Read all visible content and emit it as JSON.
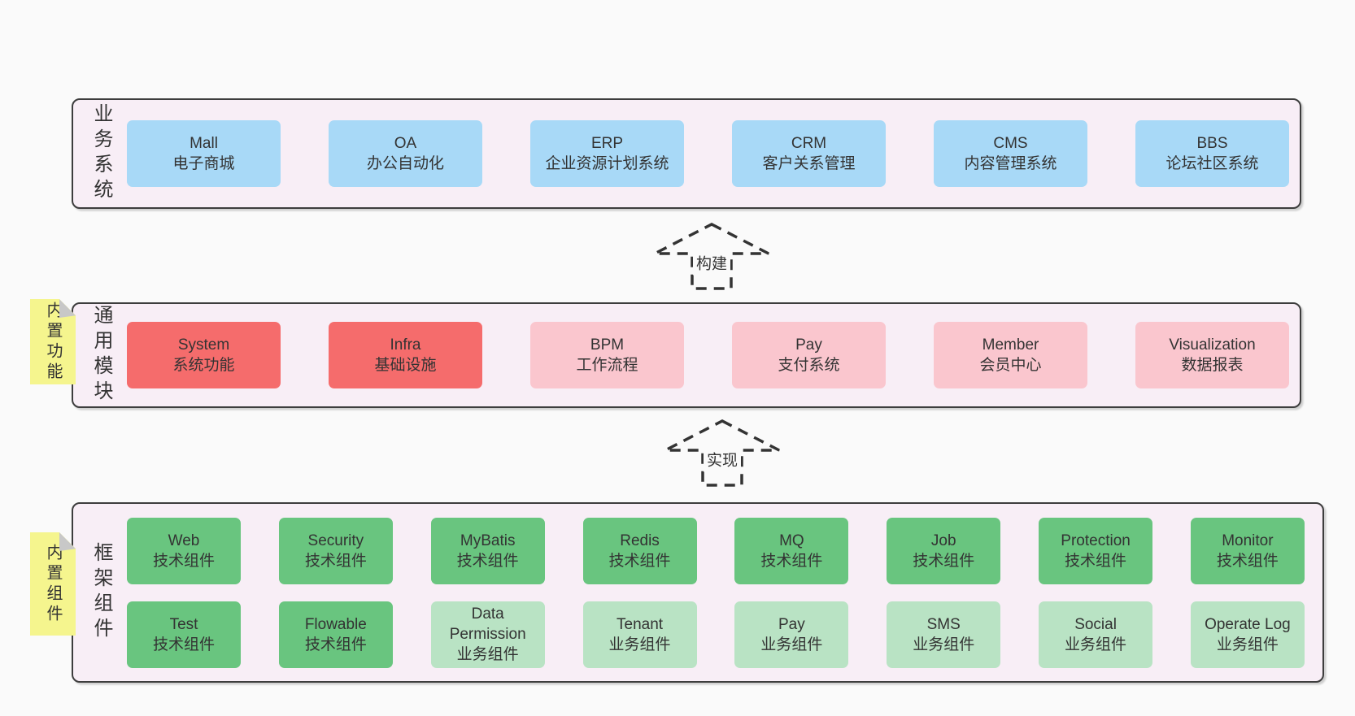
{
  "colors": {
    "page_bg": "#fafafa",
    "layer_bg": "#f8eef6",
    "layer_border": "#3d3d3d",
    "text": "#333333",
    "blue": "#a8d9f7",
    "red": "#f56c6c",
    "pink": "#fac6ce",
    "green": "#69c57f",
    "light_green": "#b9e3c4",
    "note_yellow": "#f5f58e",
    "note_fold": "#c8c8c8"
  },
  "layers": {
    "business": {
      "label": "业务系统",
      "items": [
        {
          "en": "Mall",
          "zh": "电子商城"
        },
        {
          "en": "OA",
          "zh": "办公自动化"
        },
        {
          "en": "ERP",
          "zh": "企业资源计划系统"
        },
        {
          "en": "CRM",
          "zh": "客户关系管理"
        },
        {
          "en": "CMS",
          "zh": "内容管理系统"
        },
        {
          "en": "BBS",
          "zh": "论坛社区系统"
        }
      ]
    },
    "modules": {
      "label": "通用模块",
      "note": "内置功能",
      "items": [
        {
          "en": "System",
          "zh": "系统功能"
        },
        {
          "en": "Infra",
          "zh": "基础设施"
        },
        {
          "en": "BPM",
          "zh": "工作流程"
        },
        {
          "en": "Pay",
          "zh": "支付系统"
        },
        {
          "en": "Member",
          "zh": "会员中心"
        },
        {
          "en": "Visualization",
          "zh": "数据报表"
        }
      ]
    },
    "framework": {
      "label": "框架组件",
      "note": "内置组件",
      "row1": [
        {
          "en": "Web",
          "zh": "技术组件"
        },
        {
          "en": "Security",
          "zh": "技术组件"
        },
        {
          "en": "MyBatis",
          "zh": "技术组件"
        },
        {
          "en": "Redis",
          "zh": "技术组件"
        },
        {
          "en": "MQ",
          "zh": "技术组件"
        },
        {
          "en": "Job",
          "zh": "技术组件"
        },
        {
          "en": "Protection",
          "zh": "技术组件"
        },
        {
          "en": "Monitor",
          "zh": "技术组件"
        }
      ],
      "row2": [
        {
          "en": "Test",
          "zh": "技术组件"
        },
        {
          "en": "Flowable",
          "zh": "技术组件"
        },
        {
          "en": "Data Permission",
          "zh": "业务组件"
        },
        {
          "en": "Tenant",
          "zh": "业务组件"
        },
        {
          "en": "Pay",
          "zh": "业务组件"
        },
        {
          "en": "SMS",
          "zh": "业务组件"
        },
        {
          "en": "Social",
          "zh": "业务组件"
        },
        {
          "en": "Operate Log",
          "zh": "业务组件"
        }
      ]
    }
  },
  "arrows": {
    "build": "构建",
    "implement": "实现"
  }
}
